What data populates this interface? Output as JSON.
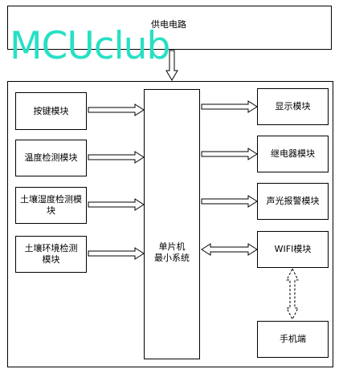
{
  "power": "供电电路",
  "watermark": "MCUclub",
  "inputs": [
    "按键模块",
    "温度检测模块",
    "土壤湿度检测模块",
    "土壤环境检测模块"
  ],
  "mcu": [
    "单片机",
    "最小系统"
  ],
  "outputs": [
    "显示模块",
    "继电器模块",
    "声光报警模块",
    "WIFI模块"
  ],
  "phone": "手机端"
}
